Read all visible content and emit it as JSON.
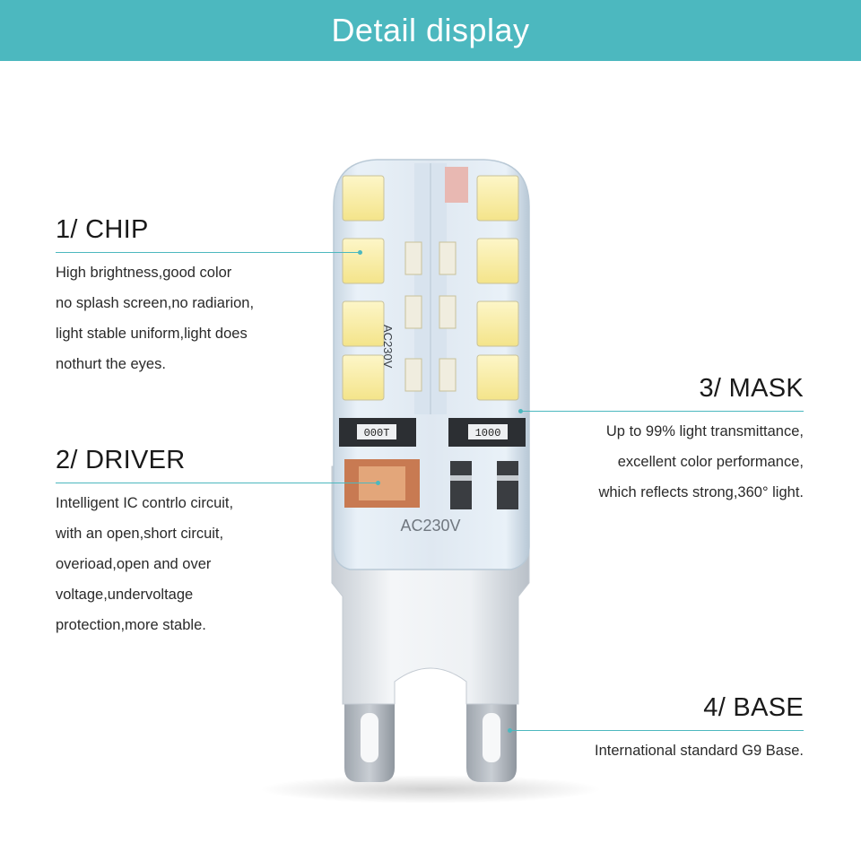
{
  "header": {
    "title": "Detail display"
  },
  "bulb": {
    "marking_top": "AC230V",
    "marking_bottom": "AC230V",
    "resistor_left": "000T",
    "resistor_right": "1000"
  },
  "sections": {
    "chip": {
      "heading": "1/ CHIP",
      "lines": [
        "High brightness,good color",
        "no splash screen,no radiarion,",
        "light stable uniform,light does",
        "nothurt the eyes."
      ]
    },
    "driver": {
      "heading": "2/ DRIVER",
      "lines": [
        "Intelligent IC contrlo circuit,",
        "with an open,short circuit,",
        "overioad,open and over",
        "voltage,undervoltage",
        "protection,more stable."
      ]
    },
    "mask": {
      "heading": "3/ MASK",
      "lines": [
        "Up to 99% light transmittance,",
        "excellent color performance,",
        "which reflects strong,360°   light."
      ]
    },
    "base": {
      "heading": "4/ BASE",
      "lines": [
        "International standard G9 Base."
      ]
    }
  },
  "colors": {
    "accent": "#4cb8bf",
    "header_text": "#ffffff"
  }
}
